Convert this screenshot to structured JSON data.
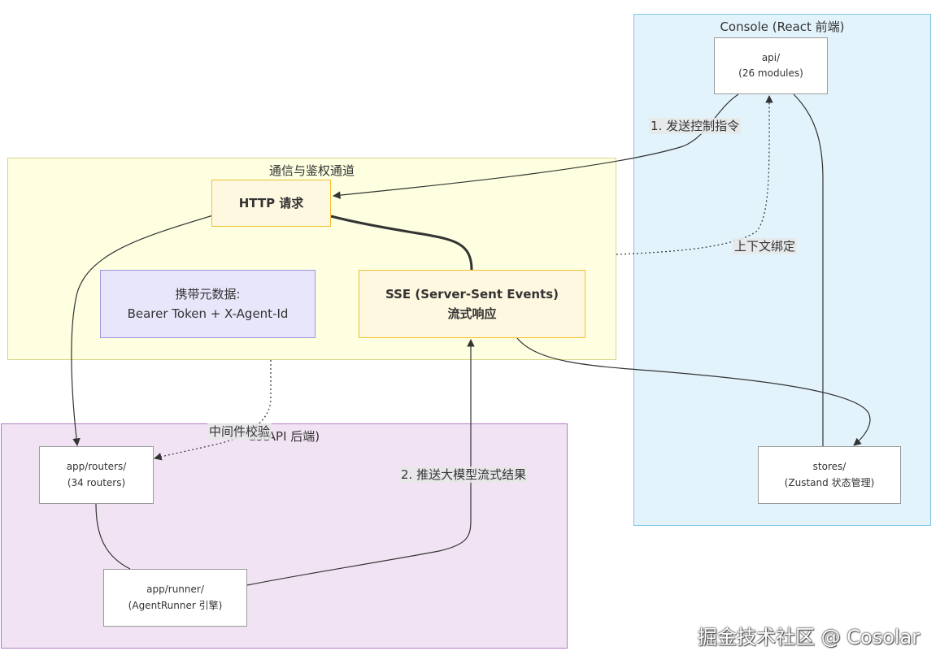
{
  "groups": {
    "console": {
      "title": "Console (React 前端)",
      "fill": "#e3f3fc",
      "stroke": "#7ec6e6"
    },
    "channel": {
      "title": "通信与鉴权通道",
      "fill": "#fefee0",
      "stroke": "#d8d68a"
    },
    "backend": {
      "title": "astAPI 后端)",
      "fill": "#f2e3f4",
      "stroke": "#b07cc2"
    }
  },
  "nodes": {
    "api": {
      "line1": "api/",
      "line2": "(26 modules)"
    },
    "stores": {
      "line1": "stores/",
      "line2": "(Zustand 状态管理)"
    },
    "http": {
      "line1": "HTTP 请求"
    },
    "meta": {
      "line1": "携带元数据:",
      "line2": "Bearer Token + X-Agent-Id"
    },
    "sse": {
      "line1": "SSE (Server-Sent Events)",
      "line2": "流式响应"
    },
    "routers": {
      "line1": "app/routers/",
      "line2": "(34 routers)"
    },
    "runner": {
      "line1": "app/runner/",
      "line2": "(AgentRunner 引擎)"
    }
  },
  "edge_labels": {
    "send": "1. 发送控制指令",
    "bind": "上下文绑定",
    "middleware": "中间件校验",
    "push": "2. 推送大模型流式结果"
  },
  "watermark": "掘金技术社区 @ Cosolar"
}
